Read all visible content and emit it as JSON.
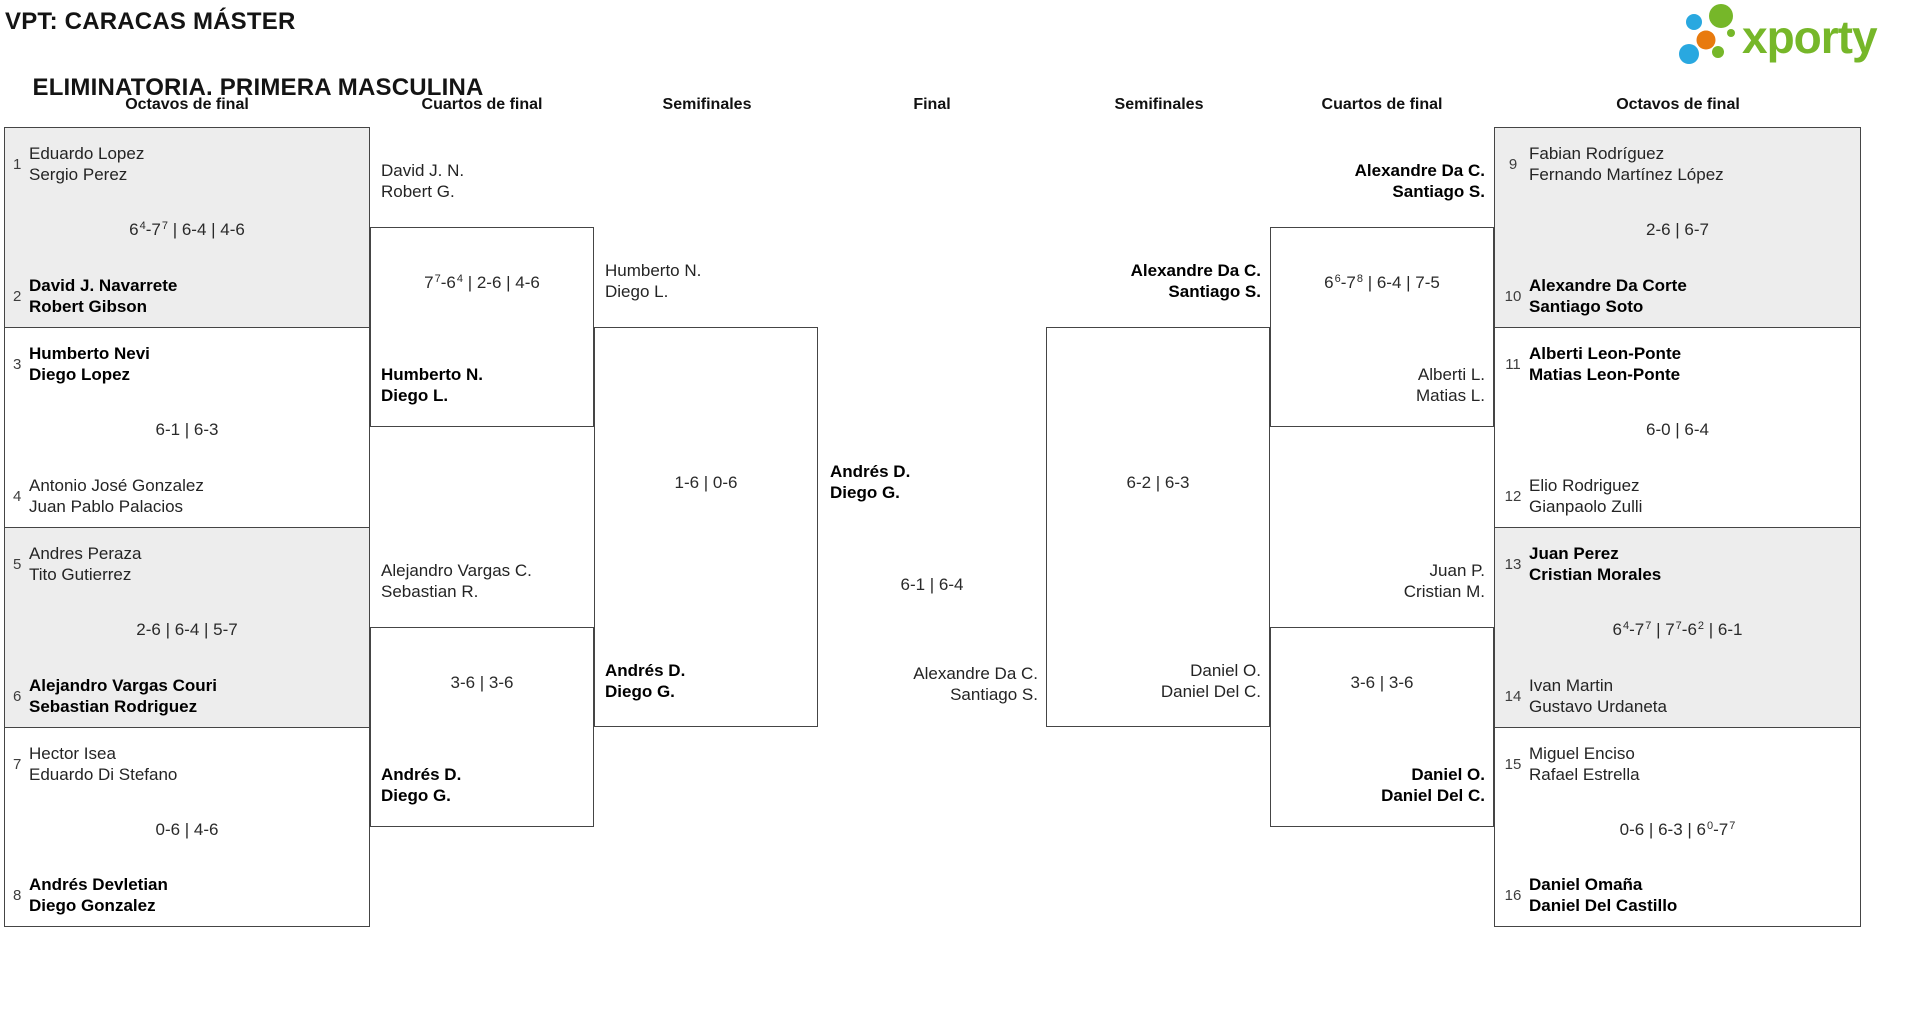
{
  "header": {
    "title_line1": "VPT: CARACAS MÁSTER",
    "title_line2": "ELIMINATORIA. PRIMERA MASCULINA",
    "logo_text": "xporty"
  },
  "colors": {
    "logo_green": "#76b729",
    "logo_blue": "#29a8e0",
    "logo_orange": "#e87a0e",
    "box_border": "#454545",
    "box_fill_alt": "#ededed"
  },
  "round_headers": [
    "Octavos de final",
    "Cuartos de final",
    "Semifinales",
    "Final",
    "Semifinales",
    "Cuartos de final",
    "Octavos de final"
  ],
  "matches": {
    "o1": {
      "seed_top": "1",
      "top": [
        "Eduardo Lopez",
        "Sergio Perez"
      ],
      "score": "6^4-7^7 | 6-4 | 4-6",
      "seed_bot": "2",
      "bot": [
        "David J. Navarrete",
        "Robert Gibson"
      ],
      "winner": "bottom"
    },
    "o2": {
      "seed_top": "3",
      "top": [
        "Humberto Nevi",
        "Diego Lopez"
      ],
      "score": "6-1 | 6-3",
      "seed_bot": "4",
      "bot": [
        "Antonio José Gonzalez",
        "Juan Pablo Palacios"
      ],
      "winner": "top"
    },
    "o3": {
      "seed_top": "5",
      "top": [
        "Andres Peraza",
        "Tito Gutierrez"
      ],
      "score": "2-6 | 6-4 | 5-7",
      "seed_bot": "6",
      "bot": [
        "Alejandro Vargas Couri",
        "Sebastian Rodriguez"
      ],
      "winner": "bottom"
    },
    "o4": {
      "seed_top": "7",
      "top": [
        "Hector Isea",
        "Eduardo Di Stefano"
      ],
      "score": "0-6 | 4-6",
      "seed_bot": "8",
      "bot": [
        "Andrés Devletian",
        "Diego Gonzalez"
      ],
      "winner": "bottom"
    },
    "o5": {
      "seed_top": "9",
      "top": [
        "Fabian Rodríguez",
        "Fernando Martínez López"
      ],
      "score": "2-6 | 6-7",
      "seed_bot": "10",
      "bot": [
        "Alexandre Da Corte",
        "Santiago Soto"
      ],
      "winner": "bottom"
    },
    "o6": {
      "seed_top": "11",
      "top": [
        "Alberti Leon-Ponte",
        "Matias Leon-Ponte"
      ],
      "score": "6-0 | 6-4",
      "seed_bot": "12",
      "bot": [
        "Elio Rodriguez",
        "Gianpaolo Zulli"
      ],
      "winner": "top"
    },
    "o7": {
      "seed_top": "13",
      "top": [
        "Juan Perez",
        "Cristian Morales"
      ],
      "score": "6^4-7^7 | 7^7-6^2 | 6-1",
      "seed_bot": "14",
      "bot": [
        "Ivan Martin",
        "Gustavo Urdaneta"
      ],
      "winner": "top"
    },
    "o8": {
      "seed_top": "15",
      "top": [
        "Miguel Enciso",
        "Rafael Estrella"
      ],
      "score": "0-6 | 6-3 | 6^0-7^7",
      "seed_bot": "16",
      "bot": [
        "Daniel Omaña",
        "Daniel Del Castillo"
      ],
      "winner": "bottom"
    },
    "q1": {
      "top": [
        "David J. N.",
        "Robert G."
      ],
      "score": "7^7-6^4 | 2-6 | 4-6",
      "bot": [
        "Humberto N.",
        "Diego L."
      ],
      "winner": "bottom"
    },
    "q2": {
      "top": [
        "Alejandro Vargas C.",
        "Sebastian R."
      ],
      "score": "3-6 | 3-6",
      "bot": [
        "Andrés D.",
        "Diego G."
      ],
      "winner": "bottom"
    },
    "q3": {
      "top": [
        "Alexandre Da C.",
        "Santiago S."
      ],
      "score": "6^6-7^8 | 6-4 | 7-5",
      "bot": [
        "Alberti L.",
        "Matias L."
      ],
      "winner": "top"
    },
    "q4": {
      "top": [
        "Juan P.",
        "Cristian M."
      ],
      "score": "3-6 | 3-6",
      "bot": [
        "Daniel O.",
        "Daniel Del C."
      ],
      "winner": "bottom"
    },
    "s1": {
      "top": [
        "Humberto N.",
        "Diego L."
      ],
      "score": "1-6 | 0-6",
      "bot": [
        "Andrés D.",
        "Diego G."
      ],
      "winner": "bottom"
    },
    "s2": {
      "top": [
        "Alexandre Da C.",
        "Santiago S."
      ],
      "score": "6-2 | 6-3",
      "bot": [
        "Daniel O.",
        "Daniel Del C."
      ],
      "winner": "top"
    },
    "f": {
      "top": [
        "Andrés D.",
        "Diego G."
      ],
      "score": "6-1 | 6-4",
      "bot": [
        "Alexandre Da C.",
        "Santiago S."
      ],
      "winner": "top"
    }
  }
}
